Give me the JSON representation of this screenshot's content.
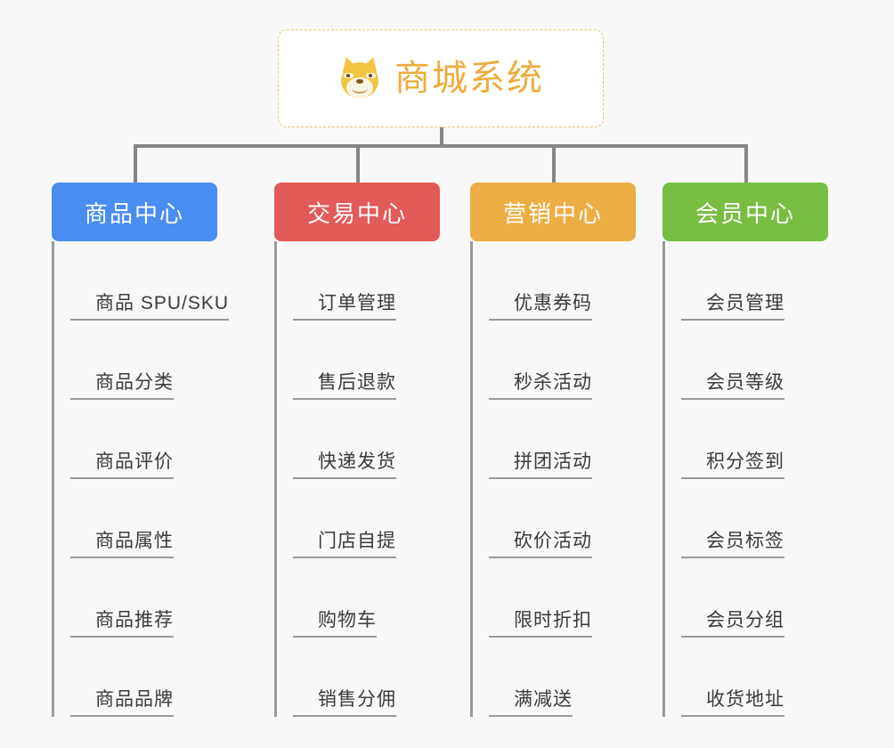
{
  "page": {
    "background_color": "#f8f8f8",
    "type": "organization-tree-diagram"
  },
  "root": {
    "title": "商城系统",
    "icon": "shiba-inu-dog-emoji",
    "title_color": "#eeac3b",
    "border_color": "#f0c26a",
    "background_color": "#ffffff"
  },
  "connector": {
    "color": "#868686"
  },
  "columns": [
    {
      "title": "商品中心",
      "color": "#4a8df0",
      "color_name": "blue",
      "items": [
        "商品 SPU/SKU",
        "商品分类",
        "商品评价",
        "商品属性",
        "商品推荐",
        "商品品牌"
      ]
    },
    {
      "title": "交易中心",
      "color": "#e25b58",
      "color_name": "red",
      "items": [
        "订单管理",
        "售后退款",
        "快递发货",
        "门店自提",
        "购物车",
        "销售分佣"
      ]
    },
    {
      "title": "营销中心",
      "color": "#edad45",
      "color_name": "orange",
      "items": [
        "优惠券码",
        "秒杀活动",
        "拼团活动",
        "砍价活动",
        "限时折扣",
        "满减送"
      ]
    },
    {
      "title": "会员中心",
      "color": "#77be43",
      "color_name": "green",
      "items": [
        "会员管理",
        "会员等级",
        "积分签到",
        "会员标签",
        "会员分组",
        "收货地址"
      ]
    }
  ]
}
